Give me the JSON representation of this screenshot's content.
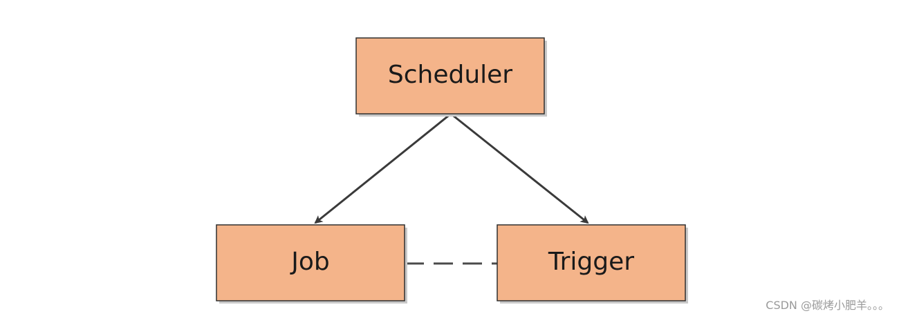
{
  "nodes": {
    "scheduler": {
      "label": "Scheduler"
    },
    "job": {
      "label": "Job"
    },
    "trigger": {
      "label": "Trigger"
    }
  },
  "colors": {
    "node_fill": "#f4b48a",
    "node_border": "#2e2e2e",
    "edge": "#3a3a3a"
  },
  "watermark": "CSDN @碳烤小肥羊。。。"
}
